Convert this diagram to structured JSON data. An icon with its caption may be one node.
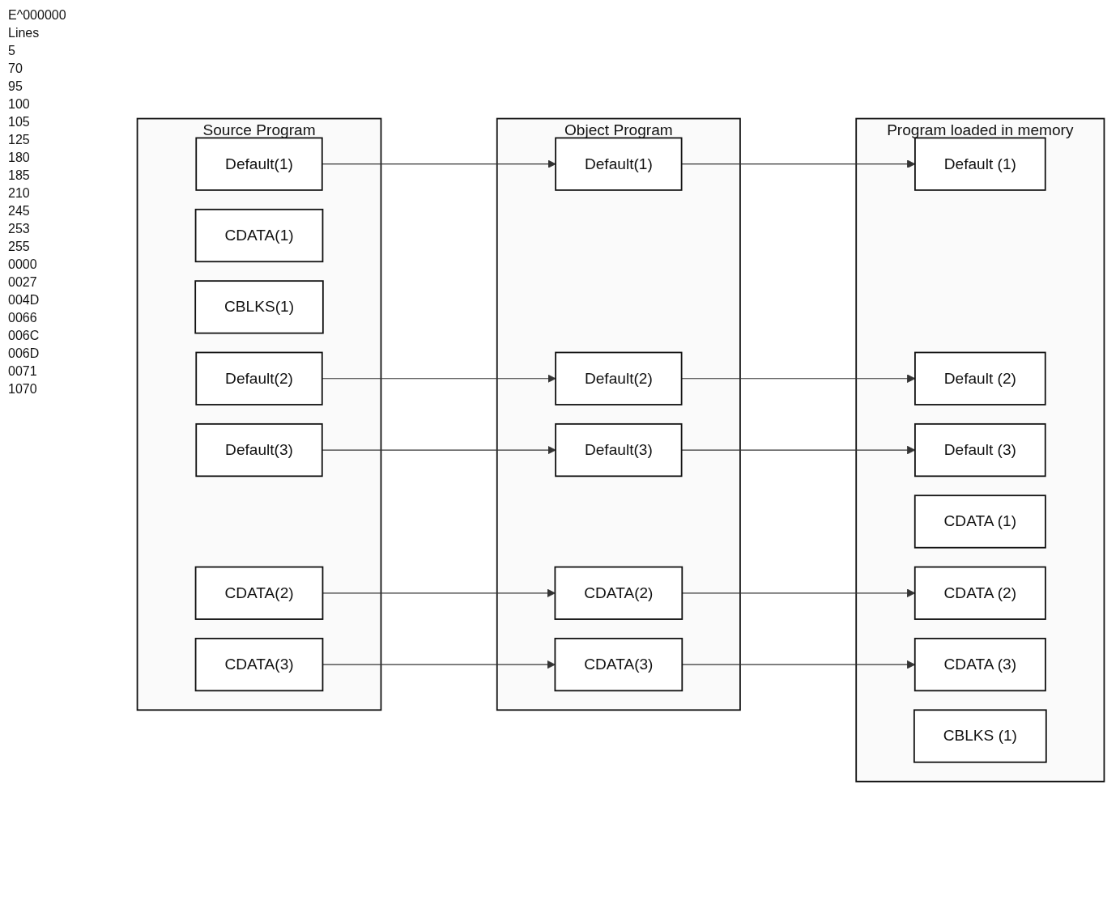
{
  "diagram": {
    "nodes": [
      {
        "text": [
          "Source Program"
        ]
      },
      {
        "text": [
          "Default(1)"
        ],
        "in": 0
      },
      {
        "text": [
          "CDATA(1)"
        ],
        "in": 0
      },
      {
        "text": [
          "CBLKS(1)"
        ],
        "in": 0
      },
      {
        "text": [
          "Default(2)"
        ],
        "in": 0
      },
      {
        "text": [
          "CDATA(2)"
        ],
        "in": 0
      },
      {
        "text": [
          "Default(3)"
        ],
        "in": 0
      },
      {
        "text": [
          "CDATA(3)"
        ],
        "in": 0
      },
      {
        "text": [
          "Object Program"
        ]
      },
      {
        "text": [
          "Default(1)"
        ],
        "in": 8
      },
      {
        "text": [
          "Default(2)"
        ],
        "in": 8
      },
      {
        "text": [
          "CDATA(2)"
        ],
        "in": 8
      },
      {
        "text": [
          "Default(3)"
        ],
        "in": 8
      },
      {
        "text": [
          "CDATA(3)"
        ],
        "in": 8
      },
      {
        "text": [
          "Program loaded in memory"
        ]
      },
      {
        "text": [
          "Default (1)"
        ],
        "in": 14
      },
      {
        "text": [
          "Default (2)"
        ],
        "in": 14
      },
      {
        "text": [
          "Default (3)"
        ],
        "in": 14
      },
      {
        "text": [
          "CDATA (1)"
        ],
        "in": 14
      },
      {
        "text": [
          "CDATA (2)"
        ],
        "in": 14
      },
      {
        "text": [
          "CDATA (3)"
        ],
        "in": 14
      },
      {
        "text": [
          "CBLKS (1)"
        ],
        "in": 14
      }
    ],
    "edges": [
      {
        "from": 1,
        "to": 9,
        "arrow": "to"
      },
      {
        "from": 4,
        "to": 10,
        "arrow": "to"
      },
      {
        "from": 5,
        "to": 11,
        "arrow": "to"
      },
      {
        "from": 6,
        "to": 12,
        "arrow": "to"
      },
      {
        "from": 7,
        "to": 13,
        "arrow": "to"
      },
      {
        "from": 9,
        "to": 15,
        "arrow": "to"
      },
      {
        "from": 10,
        "to": 16,
        "arrow": "to"
      },
      {
        "from": 11,
        "to": 19,
        "arrow": "to"
      },
      {
        "from": 12,
        "to": 17,
        "arrow": "to"
      },
      {
        "from": 13,
        "to": 20,
        "arrow": "to"
      }
    ],
    "labels": [
      "E^000000",
      "Lines",
      "5",
      "70",
      "95",
      "100",
      "105",
      "125",
      "180",
      "185",
      "210",
      "245",
      "253",
      "255",
      "0000",
      "0027",
      "004D",
      "0066",
      "006C",
      "006D",
      "0071",
      "1070"
    ]
  }
}
